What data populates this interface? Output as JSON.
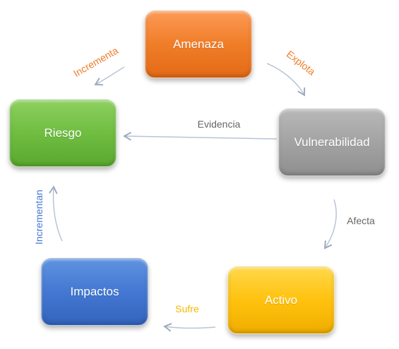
{
  "nodes": {
    "amenaza": "Amenaza",
    "vulnerabilidad": "Vulnerabilidad",
    "riesgo": "Riesgo",
    "impactos": "Impactos",
    "activo": "Activo"
  },
  "edges": {
    "incrementa": "Incrementa",
    "explota": "Explota",
    "evidencia": "Evidencia",
    "afecta": "Afecta",
    "sufre": "Sufre",
    "incrementan": "Incrementan"
  },
  "colors": {
    "amenaza": "#f07d28",
    "vulnerabilidad": "#a3a3a3",
    "riesgo": "#6fbd41",
    "impactos": "#4478d2",
    "activo": "#ffc20e",
    "edge_incrementa": "#f07d28",
    "edge_explota": "#f07d28",
    "edge_evidencia": "#666666",
    "edge_afecta": "#666666",
    "edge_sufre": "#f5b800",
    "edge_incrementan": "#4478d2",
    "connector_line": "#b8c4d6"
  }
}
